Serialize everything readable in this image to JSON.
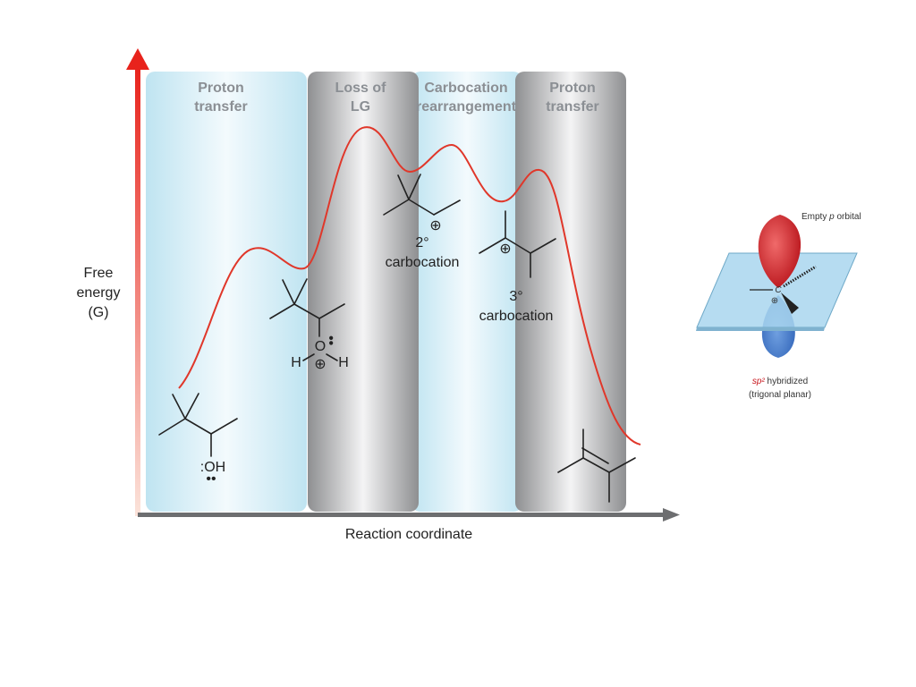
{
  "diagram": {
    "axes": {
      "y_label_lines": [
        "Free",
        "energy",
        "(G)"
      ],
      "x_label": "Reaction coordinate"
    },
    "zones": [
      {
        "title_lines": [
          "Proton",
          "transfer"
        ],
        "tone": "light"
      },
      {
        "title_lines": [
          "Loss of",
          "LG"
        ],
        "tone": "dark"
      },
      {
        "title_lines": [
          "Carbocation",
          "rearrangement"
        ],
        "tone": "light"
      },
      {
        "title_lines": [
          "Proton",
          "transfer"
        ],
        "tone": "dark"
      }
    ],
    "species": {
      "alcohol": {
        "group": ":OH",
        "lone_pair": "••"
      },
      "oxonium": {
        "h_left": "H",
        "oxygen": "O",
        "h_right": "H",
        "lone_pair": "••",
        "charge": "⊕"
      },
      "secondary_cation": {
        "charge": "⊕",
        "label_lines": [
          "2°",
          "carbocation"
        ]
      },
      "tertiary_cation": {
        "charge": "⊕",
        "label_lines": [
          "3°",
          "carbocation"
        ]
      }
    },
    "orbital_inset": {
      "top_label_prefix": "Empty ",
      "top_label_italic": "p",
      "top_label_suffix": " orbital",
      "center_atom": "C",
      "charge": "⊕",
      "hybrid_prefix": "sp²",
      "hybrid_suffix": " hybridized",
      "geometry": "(trigonal planar)"
    },
    "colors": {
      "energy_curve": "#e0372a",
      "axis_arrow_top": "#e8231c",
      "light_zone": "#c9e9f3",
      "dark_zone": "#8c8c8e",
      "orbital_top": "#c8181f",
      "orbital_bottom": "#3a74c9",
      "plane": "#a9d6ee"
    }
  }
}
